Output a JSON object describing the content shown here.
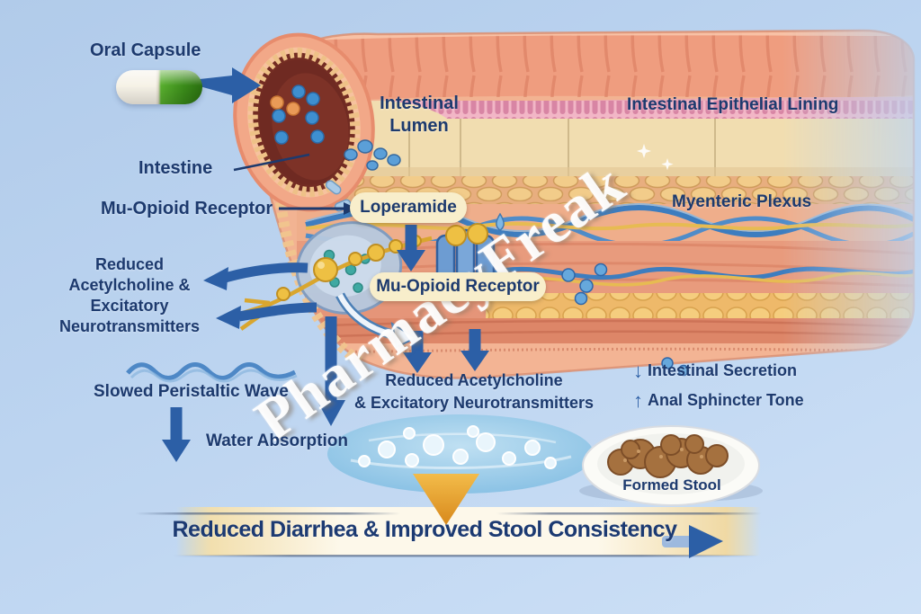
{
  "watermark": "PharmacyFreak",
  "capsule": {
    "label": "Oral Capsule"
  },
  "anatomy": {
    "intestine": "Intestine",
    "lumen_line1": "Intestinal",
    "lumen_line2": "Lumen",
    "epithelial_lining": "Intestinal Epithelial Lining",
    "myenteric_plexus": "Myenteric Plexus"
  },
  "mechanism": {
    "receptor_pointer": "Mu-Opioid Receptor",
    "drug": "Loperamide",
    "receptor_box": "Mu-Opioid Receptor"
  },
  "effects": {
    "ach_left_line1": "Reduced",
    "ach_left_line2": "Acetylcholine &",
    "ach_left_line3": "Excitatory",
    "ach_left_line4": "Neurotransmitters",
    "peristalsis": "Slowed Peristaltic Wave",
    "water": "Water Absorption",
    "ach_center_line1": "Reduced Acetylcholine",
    "ach_center_line2": "& Excitatory Neurotransmitters",
    "secretion_icon": "↓",
    "secretion": "Intestinal Secretion",
    "sphincter_icon": "↑",
    "sphincter": "Anal Sphincter Tone",
    "stool": "Formed Stool"
  },
  "outcome": {
    "label": "Reduced Diarrhea & Improved Stool Consistency"
  },
  "colors": {
    "background": "#bcd4f0",
    "text_navy": "#1d3a6e",
    "arrow_blue": "#2c5fa6",
    "capsule_green": "#3b8c1a",
    "label_box_cream": "#f8eecb",
    "band_cream": "#fdf8ea",
    "gold_arrow": "#e09a25",
    "intestine_wall": "#ef9d7f",
    "villi_pink": "#d885a4",
    "lumen_tan": "#f1ddb0",
    "nerve_blue": "#3d7dbf",
    "water_blue": "#9ccae9",
    "stool_brown": "#a5713f"
  }
}
